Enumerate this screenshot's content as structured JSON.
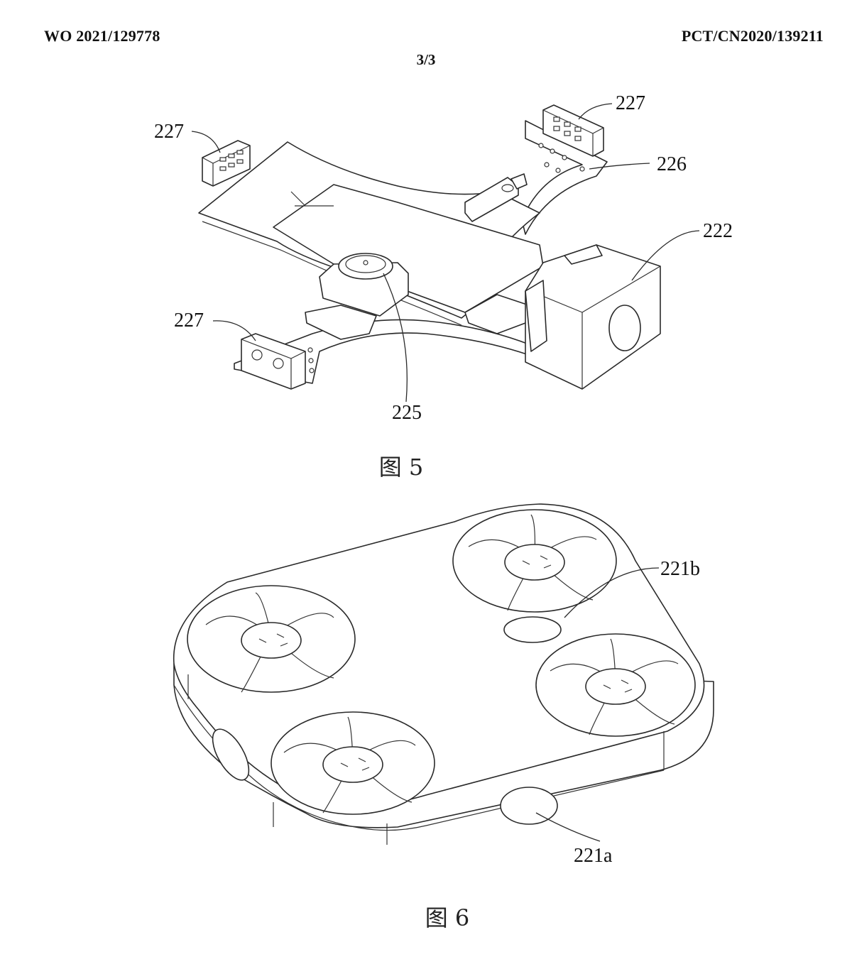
{
  "header": {
    "publication_number": "WO 2021/129778",
    "application_number": "PCT/CN2020/139211",
    "sheet": "3/3"
  },
  "figure5": {
    "caption": "图 5",
    "labels": {
      "ref_227_a": "227",
      "ref_227_b": "227",
      "ref_227_c": "227",
      "ref_226": "226",
      "ref_222": "222",
      "ref_225": "225"
    }
  },
  "figure6": {
    "caption": "图 6",
    "labels": {
      "ref_221b": "221b",
      "ref_221a": "221a"
    }
  }
}
